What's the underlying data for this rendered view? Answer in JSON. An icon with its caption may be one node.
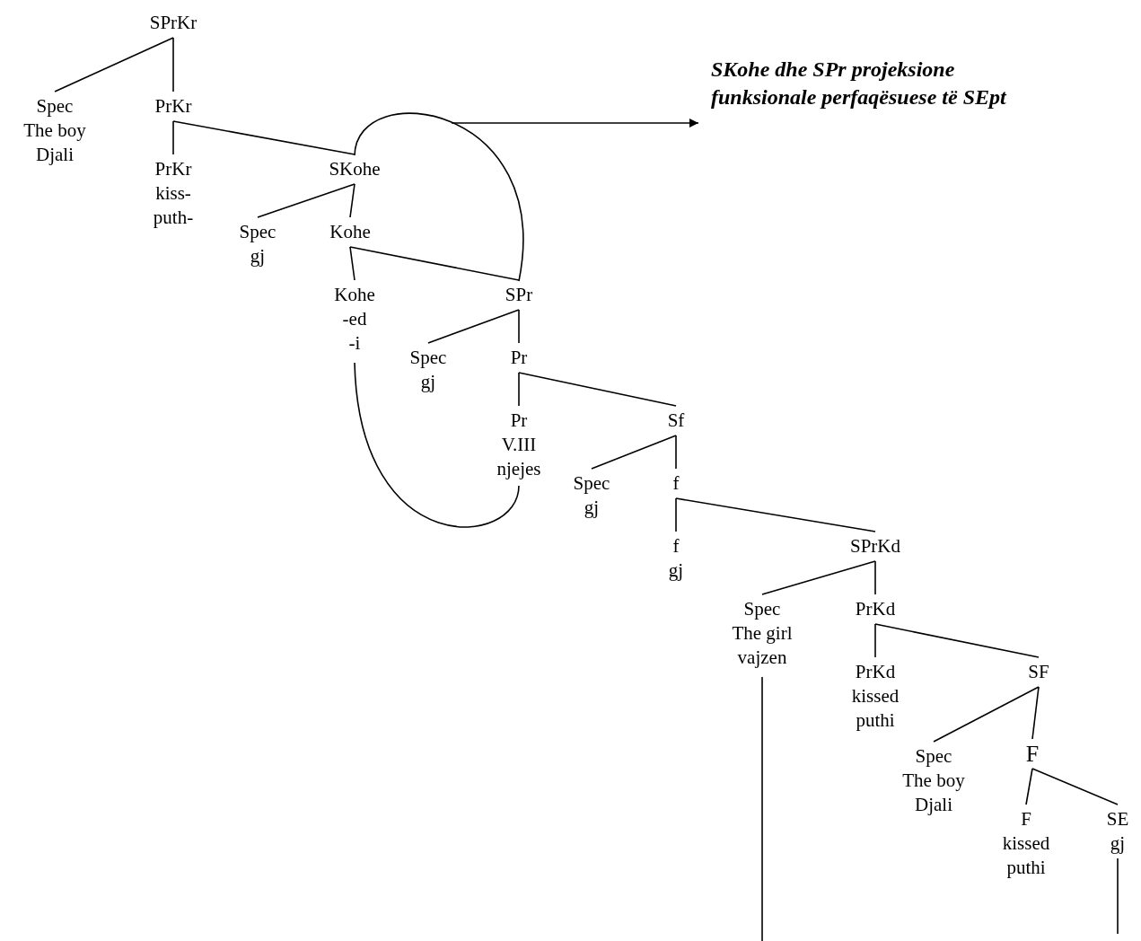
{
  "diagram": {
    "nodes": [
      {
        "text": [
          "SPrKr"
        ]
      },
      {
        "text": [
          "Spec",
          "The boy",
          "Djali"
        ]
      },
      {
        "text": [
          "PrKr"
        ]
      },
      {
        "text": [
          "PrKr",
          "kiss-",
          "puth-"
        ]
      },
      {
        "text": [
          "SKohe"
        ]
      },
      {
        "text": [
          "Spec",
          "gj"
        ]
      },
      {
        "text": [
          "Kohe"
        ]
      },
      {
        "text": [
          "Kohe",
          "-ed",
          "-i"
        ]
      },
      {
        "text": [
          "SPr"
        ]
      },
      {
        "text": [
          "Spec",
          "gj"
        ]
      },
      {
        "text": [
          "Pr"
        ]
      },
      {
        "text": [
          "Pr",
          "V.III",
          "njejes"
        ]
      },
      {
        "text": [
          "Sf"
        ]
      },
      {
        "text": [
          "Spec",
          "gj"
        ]
      },
      {
        "text": [
          "f"
        ]
      },
      {
        "text": [
          "f",
          "gj"
        ]
      },
      {
        "text": [
          "SPrKd"
        ]
      },
      {
        "text": [
          "Spec",
          "The girl",
          "vajzen"
        ]
      },
      {
        "text": [
          "PrKd"
        ]
      },
      {
        "text": [
          "PrKd",
          "kissed",
          "puthi"
        ]
      },
      {
        "text": [
          "SF"
        ]
      },
      {
        "text": [
          "Spec",
          "The boy",
          "Djali"
        ]
      },
      {
        "text": [
          "F"
        ]
      },
      {
        "text": [
          "F",
          "kissed",
          "puthi"
        ]
      },
      {
        "text": [
          "SE",
          "gj"
        ]
      },
      {
        "text": [
          "SKohe dhe SPr projeksione funksionale perfaqësuese të SEpt"
        ]
      }
    ],
    "edges": [
      {
        "from": 0,
        "to": 1,
        "arrow": "none"
      },
      {
        "from": 0,
        "to": 2,
        "arrow": "none"
      },
      {
        "from": 2,
        "to": 3,
        "arrow": "none"
      },
      {
        "from": 2,
        "to": 4,
        "arrow": "none"
      },
      {
        "from": 4,
        "to": 5,
        "arrow": "none"
      },
      {
        "from": 4,
        "to": 6,
        "arrow": "none"
      },
      {
        "from": 6,
        "to": 7,
        "arrow": "none"
      },
      {
        "from": 6,
        "to": 8,
        "arrow": "none"
      },
      {
        "from": 8,
        "to": 9,
        "arrow": "none"
      },
      {
        "from": 8,
        "to": 10,
        "arrow": "none"
      },
      {
        "from": 10,
        "to": 11,
        "arrow": "none"
      },
      {
        "from": 10,
        "to": 12,
        "arrow": "none"
      },
      {
        "from": 12,
        "to": 13,
        "arrow": "none"
      },
      {
        "from": 12,
        "to": 14,
        "arrow": "none"
      },
      {
        "from": 14,
        "to": 15,
        "arrow": "none"
      },
      {
        "from": 14,
        "to": 16,
        "arrow": "none"
      },
      {
        "from": 16,
        "to": 17,
        "arrow": "none"
      },
      {
        "from": 16,
        "to": 18,
        "arrow": "none"
      },
      {
        "from": 18,
        "to": 19,
        "arrow": "none"
      },
      {
        "from": 18,
        "to": 20,
        "arrow": "none"
      },
      {
        "from": 20,
        "to": 21,
        "arrow": "none"
      },
      {
        "from": 20,
        "to": 22,
        "arrow": "none"
      },
      {
        "from": 22,
        "to": 23,
        "arrow": "none"
      },
      {
        "from": 22,
        "to": 24,
        "arrow": "none"
      },
      {
        "from": 4,
        "to": 8,
        "arrow": "none"
      },
      {
        "from": 7,
        "to": 11,
        "arrow": "none"
      },
      {
        "from": null,
        "to": 25,
        "arrow": "to"
      },
      {
        "from": 17,
        "to": null,
        "arrow": "none"
      },
      {
        "from": 24,
        "to": null,
        "arrow": "none"
      }
    ]
  }
}
